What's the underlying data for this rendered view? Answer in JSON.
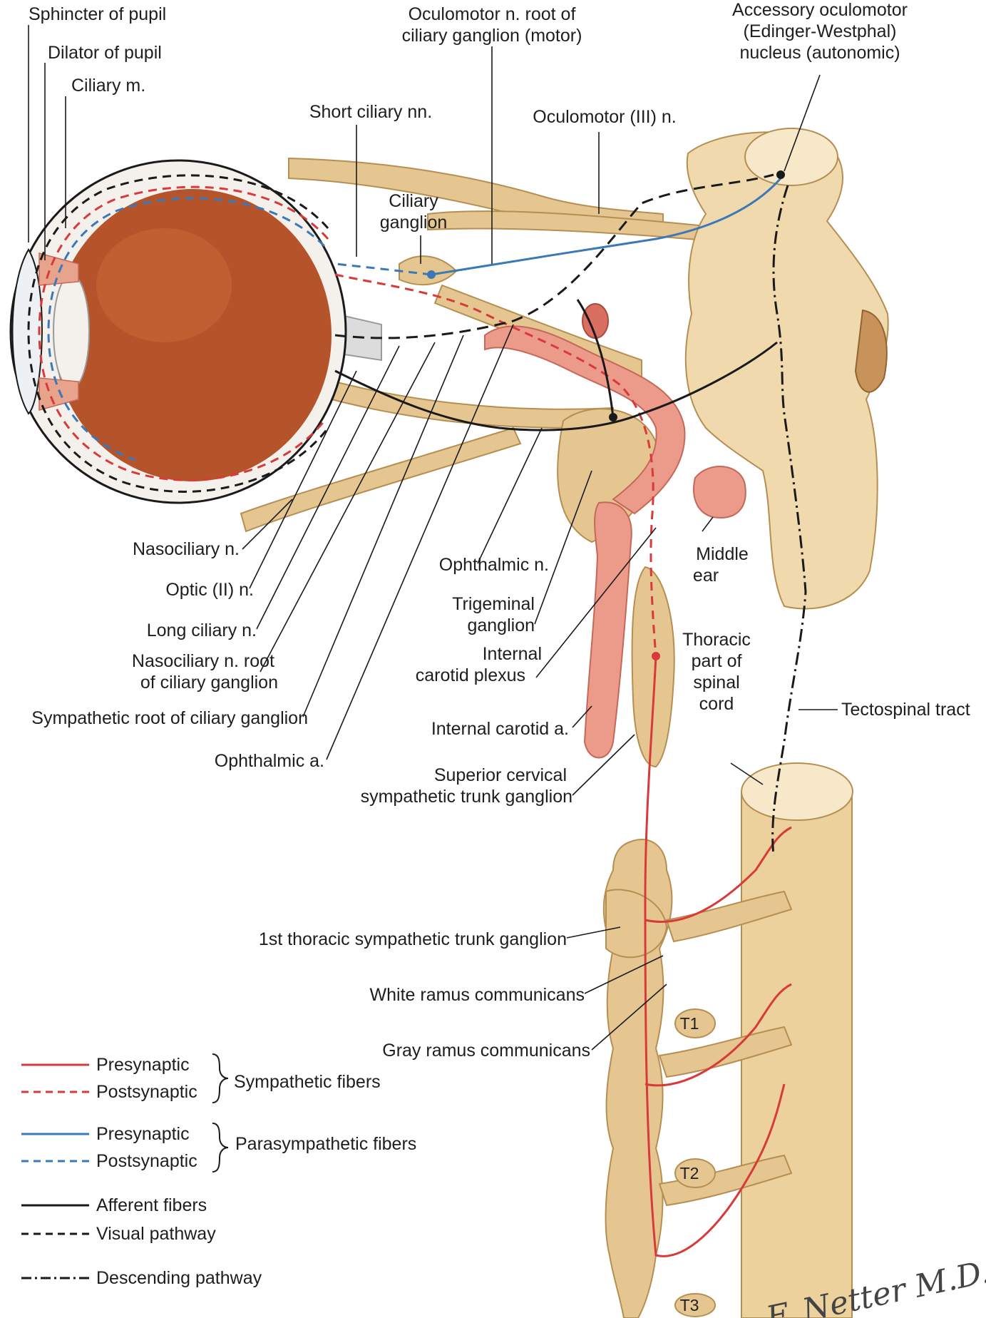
{
  "labels": {
    "sphincter_pupil": "Sphincter of pupil",
    "dilator_pupil": "Dilator of pupil",
    "ciliary_m": "Ciliary m.",
    "oculomotor_root_l1": "Oculomotor n. root of",
    "oculomotor_root_l2": "ciliary ganglion (motor)",
    "accessory_l1": "Accessory oculomotor",
    "accessory_l2": "(Edinger-Westphal)",
    "accessory_l3": "nucleus (autonomic)",
    "short_ciliary": "Short ciliary nn.",
    "oculomotor_iii": "Oculomotor (III) n.",
    "ciliary_ganglion_l1": "Ciliary",
    "ciliary_ganglion_l2": "ganglion",
    "nasociliary": "Nasociliary n.",
    "optic": "Optic (II) n.",
    "long_ciliary": "Long ciliary n.",
    "naso_root_l1": "Nasociliary n. root",
    "naso_root_l2": "of ciliary ganglion",
    "sympathetic_root": "Sympathetic root of ciliary ganglion",
    "ophthalmic_a": "Ophthalmic a.",
    "ophthalmic_n": "Ophthalmic n.",
    "trigeminal_l1": "Trigeminal",
    "trigeminal_l2": "ganglion",
    "int_carotid_plexus_l1": "Internal",
    "int_carotid_plexus_l2": "carotid plexus",
    "middle_ear_l1": "Middle",
    "middle_ear_l2": "ear",
    "thoracic_l1": "Thoracic",
    "thoracic_l2": "part of",
    "thoracic_l3": "spinal",
    "thoracic_l4": "cord",
    "tectospinal": "Tectospinal tract",
    "int_carotid_a": "Internal carotid a.",
    "sup_cervical_l1": "Superior cervical",
    "sup_cervical_l2": "sympathetic trunk ganglion",
    "first_thoracic": "1st thoracic sympathetic trunk ganglion",
    "white_ramus": "White ramus communicans",
    "gray_ramus": "Gray ramus communicans",
    "t1": "T1",
    "t2": "T2",
    "t3": "T3"
  },
  "legend": {
    "sym_pre": "Presynaptic",
    "sym_post": "Postsynaptic",
    "sym_group": "Sympathetic fibers",
    "para_pre": "Presynaptic",
    "para_post": "Postsynaptic",
    "para_group": "Parasympathetic fibers",
    "afferent": "Afferent fibers",
    "visual": "Visual pathway",
    "descending": "Descending pathway"
  },
  "signature": "F. Netter M.D.",
  "colors": {
    "sympathetic": "#d83a3a",
    "parasympathetic": "#3a78b8",
    "afferent": "#1a1a1a",
    "nerve": "#e6c690",
    "nerve_edge": "#b58f52",
    "eyeball": "#b5532a",
    "artery": "#ec9a8a"
  }
}
